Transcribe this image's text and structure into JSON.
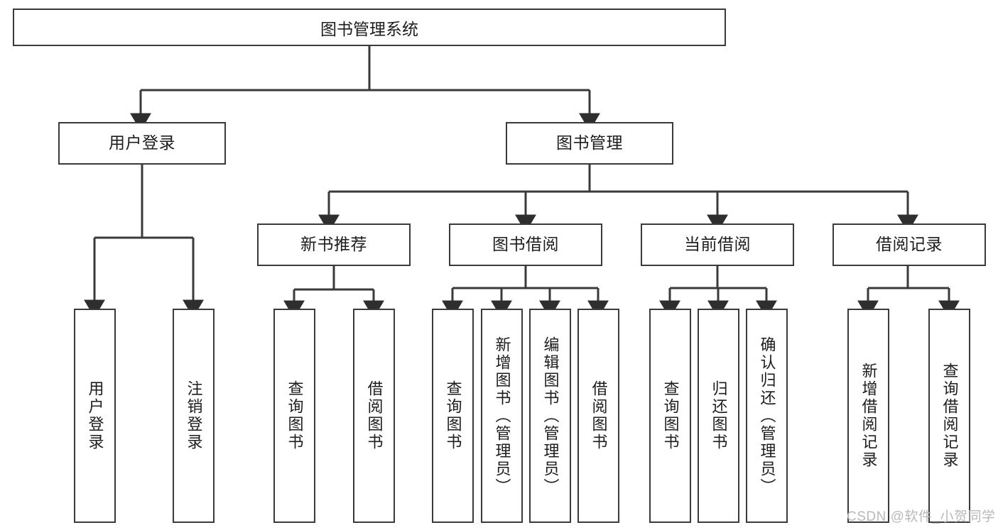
{
  "diagram": {
    "title": "图书管理系统",
    "type": "hierarchy-tree",
    "root": {
      "label": "图书管理系统"
    },
    "level1": [
      {
        "label": "用户登录"
      },
      {
        "label": "图书管理"
      }
    ],
    "level2": [
      {
        "label": "新书推荐"
      },
      {
        "label": "图书借阅"
      },
      {
        "label": "当前借阅"
      },
      {
        "label": "借阅记录"
      }
    ],
    "leaves": {
      "user_login": [
        {
          "label": "用户登录"
        },
        {
          "label": "注销登录"
        }
      ],
      "new_book_recommend": [
        {
          "label": "查询图书"
        },
        {
          "label": "借阅图书"
        }
      ],
      "book_borrow": [
        {
          "label": "查询图书"
        },
        {
          "label": "新增图书（管理员）"
        },
        {
          "label": "编辑图书（管理员）"
        },
        {
          "label": "借阅图书"
        }
      ],
      "current_borrow": [
        {
          "label": "查询图书"
        },
        {
          "label": "归还图书"
        },
        {
          "label": "确认归还（管理员）"
        }
      ],
      "borrow_record": [
        {
          "label": "新增借阅记录"
        },
        {
          "label": "查询借阅记录"
        }
      ]
    }
  },
  "watermark": {
    "text": "CSDN @软件_小贺同学"
  },
  "colors": {
    "border": "#3a3a3a",
    "background": "#ffffff",
    "text": "#1d1d1d",
    "watermark": "#b9b9b9"
  }
}
